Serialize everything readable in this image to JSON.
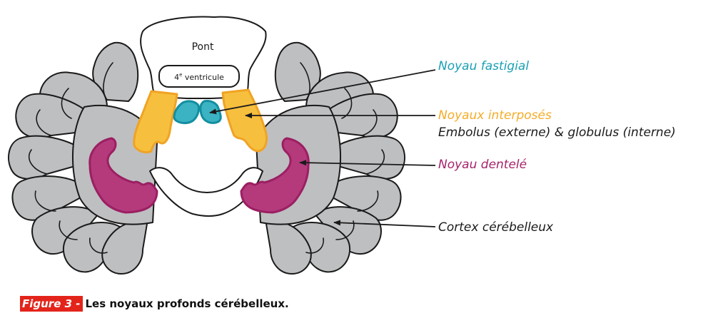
{
  "diagram": {
    "pont": "Pont",
    "ventricle_num": "4",
    "ventricle_sup": "e",
    "ventricle_word": " ventricule"
  },
  "labels": {
    "fastigial": "Noyau fastigial",
    "interposes": "Noyaux interposés",
    "embolus": "Embolus (externe) & globulus (interne)",
    "dentele": "Noyau dentelé",
    "cortex": "Cortex cérébelleux"
  },
  "caption": {
    "tag": "Figure 3 -",
    "text": "Les noyaux profonds cérébelleux."
  },
  "colors": {
    "teal": "#1aa0b4",
    "yellow": "#f4ac28",
    "magenta": "#a6246a",
    "gray": "#bebfc1",
    "outline": "#1a1a1a",
    "caption_red": "#e3241b"
  }
}
